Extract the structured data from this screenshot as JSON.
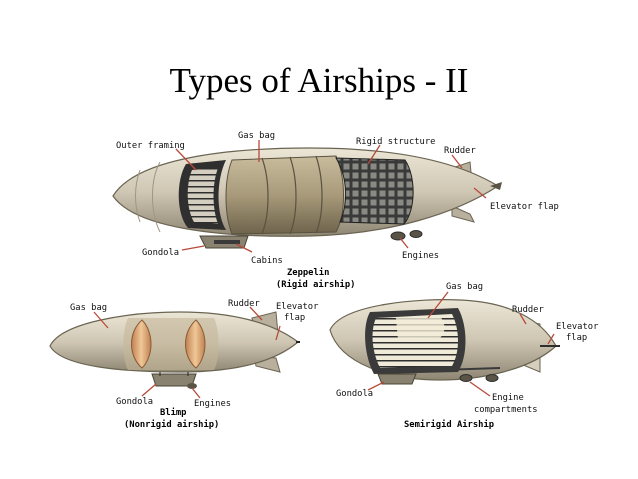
{
  "title": "Types of Airships - II",
  "colors": {
    "envelope": "#cfc7b4",
    "envelope_shadow": "#8a8270",
    "gas_bag": "#a89a7a",
    "frame_dark": "#2e2e2e",
    "ballonet": "#d9a878",
    "leader": "#b84a3a"
  },
  "zeppelin": {
    "labels": {
      "outer_framing": "Outer framing",
      "gas_bag": "Gas bag",
      "rigid_structure": "Rigid structure",
      "rudder": "Rudder",
      "elevator_flap": "Elevator flap",
      "gondola": "Gondola",
      "cabins": "Cabins",
      "engines": "Engines"
    },
    "caption_line1": "Zeppelin",
    "caption_line2": "(Rigid airship)"
  },
  "blimp": {
    "labels": {
      "gas_bag": "Gas bag",
      "rudder": "Rudder",
      "elevator_line1": "Elevator",
      "elevator_line2": "flap",
      "gondola": "Gondola",
      "engines": "Engines"
    },
    "caption_line1": "Blimp",
    "caption_line2": "(Nonrigid airship)"
  },
  "semirigid": {
    "labels": {
      "gas_bag": "Gas bag",
      "rudder": "Rudder",
      "elevator_line1": "Elevator",
      "elevator_line2": "flap",
      "gondola": "Gondola",
      "engine_line1": "Engine",
      "engine_line2": "compartments"
    },
    "caption": "Semirigid Airship"
  }
}
